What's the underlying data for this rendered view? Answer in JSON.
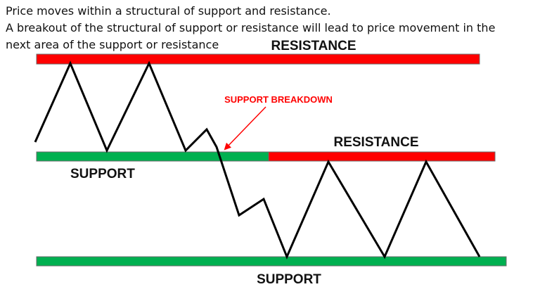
{
  "intro": {
    "line1": "Price moves within a structural of support and resistance.",
    "line2": "A breakout of the structural of support or resistance will lead to price movement in the",
    "line3": "next area of the support or resistance"
  },
  "labels": {
    "resistance_top": "RESISTANCE",
    "support_mid": "SUPPORT",
    "support_breakdown": "SUPPORT BREAKDOWN",
    "resistance_mid": "RESISTANCE",
    "support_bottom": "SUPPORT"
  },
  "colors": {
    "resistance": "#ff0000",
    "support": "#00b050",
    "price_line": "#000000",
    "annotation": "#ff0000",
    "text": "#111111"
  }
}
